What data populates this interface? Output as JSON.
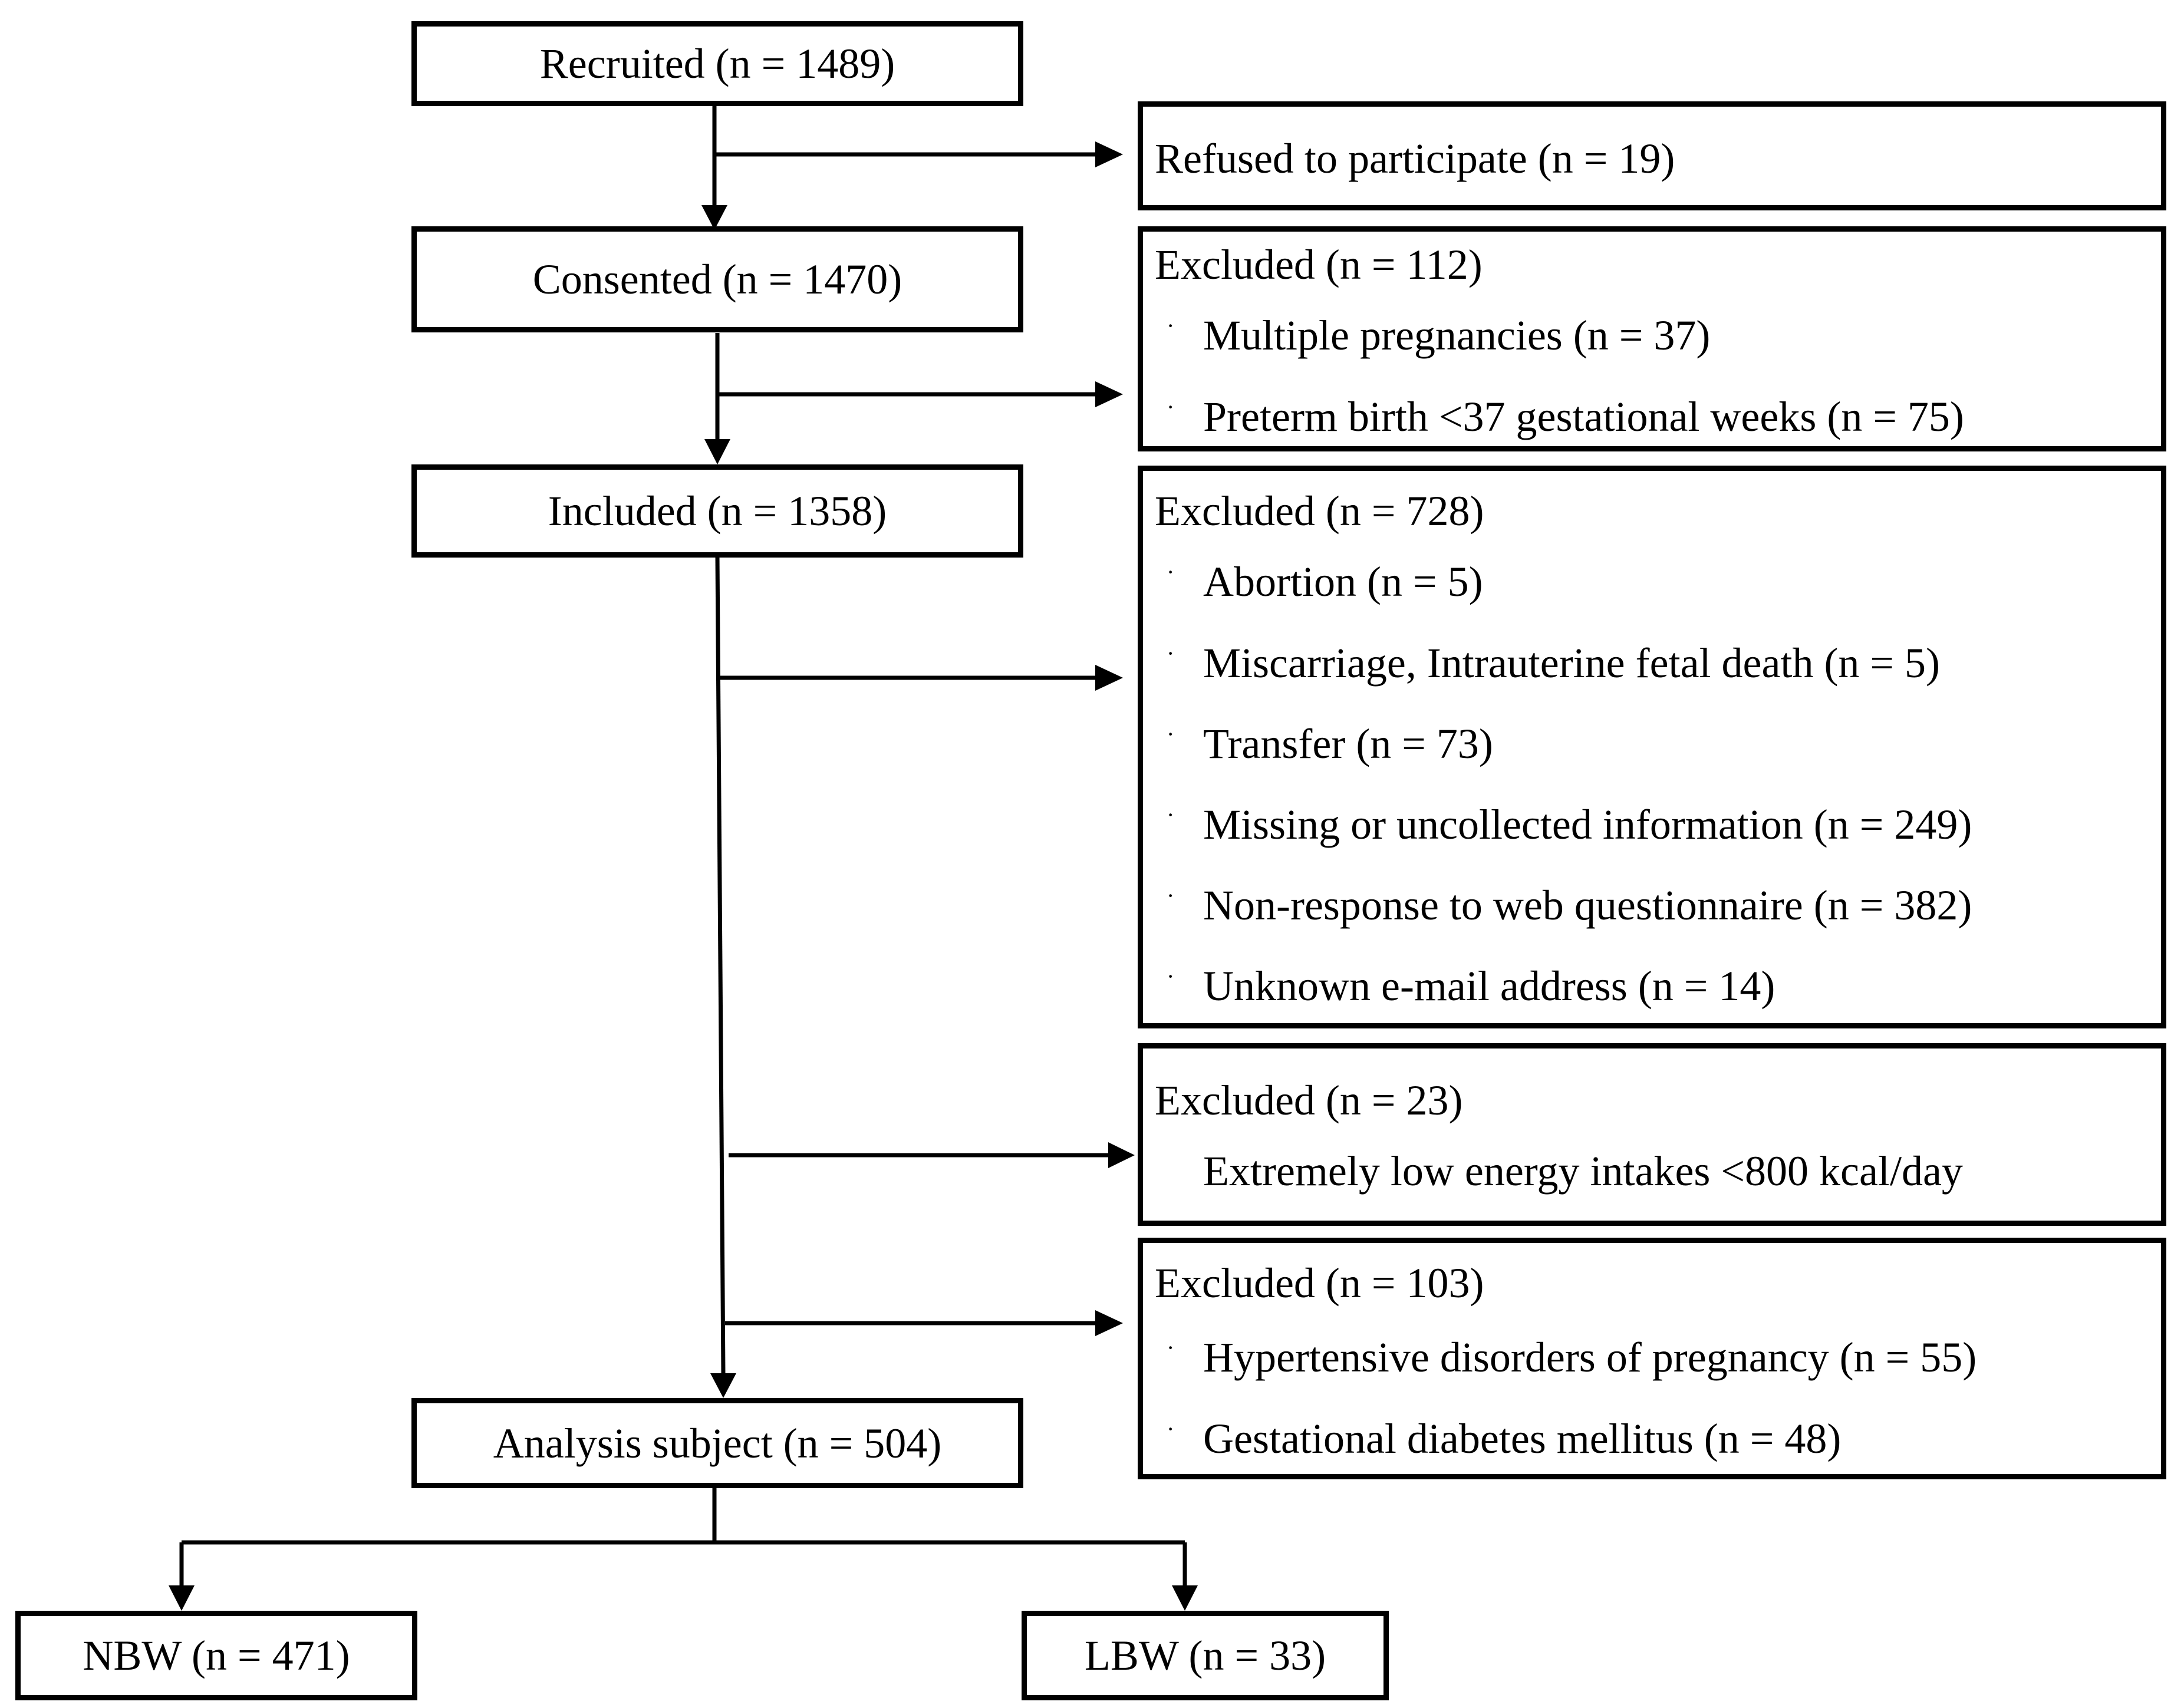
{
  "main_flow": {
    "recruited": "Recruited (n = 1489)",
    "consented": "Consented (n = 1470)",
    "included": "Included (n = 1358)",
    "analysis": "Analysis subject (n = 504)",
    "nbw": "NBW (n = 471)",
    "lbw": "LBW (n = 33)"
  },
  "side_boxes": {
    "refused": "Refused to participate (n = 19)",
    "excluded1": {
      "header": "Excluded (n = 112)",
      "items": [
        "Multiple pregnancies (n = 37)",
        "Preterm birth <37 gestational weeks (n = 75)"
      ]
    },
    "excluded2": {
      "header": "Excluded (n = 728)",
      "items": [
        "Abortion (n = 5)",
        "Miscarriage, Intrauterine fetal death (n = 5)",
        "Transfer (n = 73)",
        "Missing or uncollected information (n = 249)",
        "Non-response to web questionnaire (n = 382)",
        "Unknown e-mail address (n = 14)"
      ]
    },
    "excluded3": {
      "header": "Excluded (n = 23)",
      "detail": "Extremely low energy intakes <800 kcal/day"
    },
    "excluded4": {
      "header": "Excluded (n = 103)",
      "items": [
        "Hypertensive disorders of pregnancy (n = 55)",
        "Gestational diabetes mellitus (n = 48)"
      ]
    }
  },
  "bullet_symbol": "·"
}
